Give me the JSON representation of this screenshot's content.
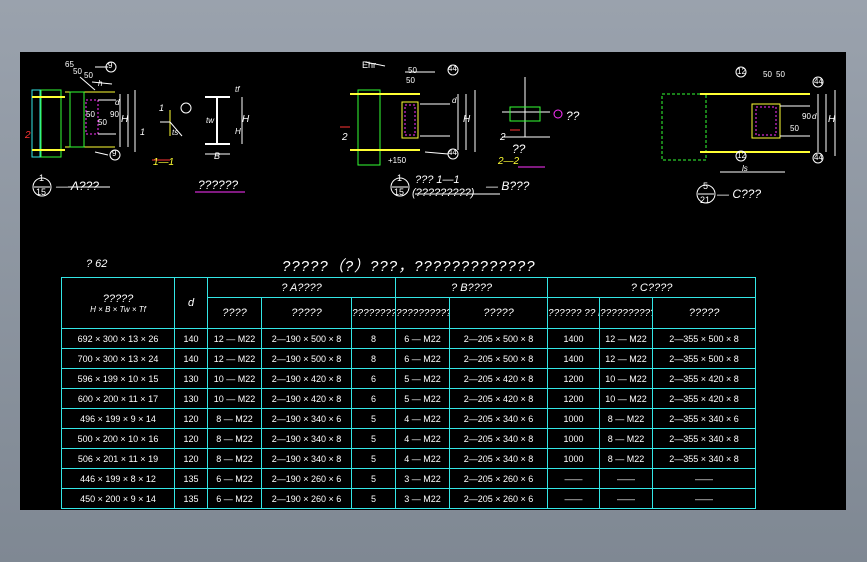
{
  "drawing": {
    "detail_a": {
      "circle_top": "1",
      "circle_bottom": "15",
      "label": "— A???",
      "section_label": "1—1",
      "caption": "??????",
      "callouts": [
        "65",
        "50",
        "50",
        "9",
        "9",
        "h",
        "H",
        "H",
        "d",
        "50",
        "50",
        "90",
        "2",
        "1",
        "1",
        "ts",
        "tf",
        "tw",
        "B",
        "H"
      ]
    },
    "detail_b": {
      "circle_top": "1",
      "circle_bottom": "15",
      "caption_top": "??? 1—1",
      "caption_bottom": "(?????????)",
      "label": "— B???",
      "section_label": "2—2",
      "question_a": "??",
      "question_b": "??",
      "callouts": [
        "50",
        "50",
        "44",
        "44",
        "d",
        "H",
        "2",
        "2",
        "+150",
        "Ehr"
      ]
    },
    "detail_c": {
      "circle_top": "5",
      "circle_bottom": "21",
      "label": "— C???",
      "callouts": [
        "12",
        "12",
        "44",
        "44",
        "50",
        "50",
        "d",
        "H",
        "90",
        "50",
        "ls"
      ]
    }
  },
  "table_number": "? 62",
  "table_title": "?????（?）???，?????????????",
  "table": {
    "header_group_0": "?????",
    "header_group_0_sub": "H × B × Tw × Tf",
    "header_d": "d",
    "header_group_a": "? A????",
    "header_group_b": "? B????",
    "header_group_c": "? C????",
    "sub_headers": [
      "????",
      "?????",
      "?????????h",
      "??????????",
      "?????",
      "?????? ?? ls(mm)",
      "??????????",
      "?????"
    ],
    "rows": [
      [
        "692 × 300 × 13 × 26",
        "140",
        "12 — M22",
        "2—190 × 500 × 8",
        "8",
        "6 — M22",
        "2—205 × 500 × 8",
        "1400",
        "12 — M22",
        "2—355 × 500 × 8"
      ],
      [
        "700 × 300 × 13 × 24",
        "140",
        "12 — M22",
        "2—190 × 500 × 8",
        "8",
        "6 — M22",
        "2—205 × 500 × 8",
        "1400",
        "12 — M22",
        "2—355 × 500 × 8"
      ],
      [
        "596 × 199 × 10 × 15",
        "130",
        "10 — M22",
        "2—190 × 420 × 8",
        "6",
        "5 — M22",
        "2—205 × 420 × 8",
        "1200",
        "10 — M22",
        "2—355 × 420 × 8"
      ],
      [
        "600 × 200 × 11 × 17",
        "130",
        "10 — M22",
        "2—190 × 420 × 8",
        "6",
        "5 — M22",
        "2—205 × 420 × 8",
        "1200",
        "10 — M22",
        "2—355 × 420 × 8"
      ],
      [
        "496 × 199 × 9 × 14",
        "120",
        "8 — M22",
        "2—190 × 340 × 6",
        "5",
        "4 — M22",
        "2—205 × 340 × 6",
        "1000",
        "8 — M22",
        "2—355 × 340 × 6"
      ],
      [
        "500 × 200 × 10 × 16",
        "120",
        "8 — M22",
        "2—190 × 340 × 8",
        "5",
        "4 — M22",
        "2—205 × 340 × 8",
        "1000",
        "8 — M22",
        "2—355 × 340 × 8"
      ],
      [
        "506 × 201 × 11 × 19",
        "120",
        "8 — M22",
        "2—190 × 340 × 8",
        "5",
        "4 — M22",
        "2—205 × 340 × 8",
        "1000",
        "8 — M22",
        "2—355 × 340 × 8"
      ],
      [
        "446 × 199 × 8 × 12",
        "135",
        "6 — M22",
        "2—190 × 260 × 6",
        "5",
        "3 — M22",
        "2—205 × 260 × 6",
        "——",
        "——",
        "——"
      ],
      [
        "450 × 200 × 9 × 14",
        "135",
        "6 — M22",
        "2—190 × 260 × 6",
        "5",
        "3 — M22",
        "2—205 × 260 × 6",
        "——",
        "——",
        "——"
      ]
    ]
  },
  "colors": {
    "background": "#000000",
    "frame": "#8b939e",
    "table_lines": "#33e6e6",
    "text": "#ffffff",
    "yellow": "#ffff33",
    "cyan": "#33e6e6",
    "magenta": "#ff33ff",
    "red": "#ff3333",
    "green": "#33ff33"
  }
}
